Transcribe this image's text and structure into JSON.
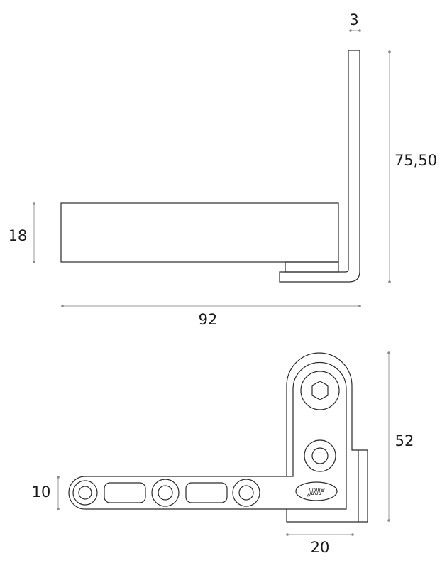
{
  "side_view": {
    "dimensions": {
      "thickness": "3",
      "height": "75,50",
      "frame_height": "18",
      "length": "92"
    }
  },
  "plan_view": {
    "dimensions": {
      "height": "52",
      "bar_width": "10",
      "plate_width": "20"
    },
    "logo_text": "JNF"
  }
}
